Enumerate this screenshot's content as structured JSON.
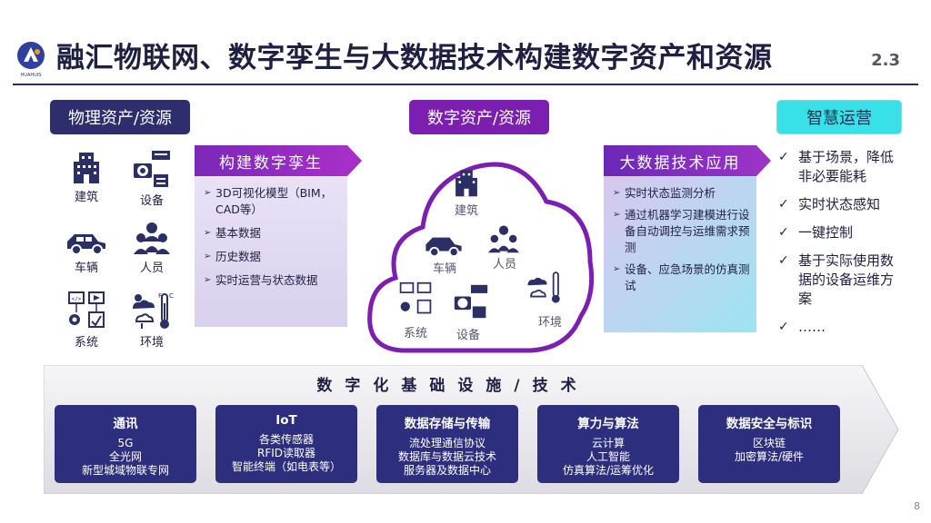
{
  "header": {
    "title": "融汇物联网、数字孪生与大数据技术构建数字资产和资源",
    "section_number": "2.3",
    "logo_text": "HUAHUIS"
  },
  "physical": {
    "label": "物理资产/资源",
    "items": [
      "建筑",
      "设备",
      "车辆",
      "人员",
      "系统",
      "环境"
    ]
  },
  "twin": {
    "title": "构建数字孪生",
    "items": [
      "3D可视化模型（BIM，CAD等）",
      "基本数据",
      "历史数据",
      "实时运营与状态数据"
    ]
  },
  "digital": {
    "label": "数字资产/资源",
    "cloud_items": [
      "建筑",
      "车辆",
      "人员",
      "系统",
      "设备",
      "环境"
    ]
  },
  "bigdata": {
    "title": "大数据技术应用",
    "items": [
      "实时状态监测分析",
      "通过机器学习建模进行设备自动调控与运维需求预测",
      "设备、应急场景的仿真测试"
    ]
  },
  "smart": {
    "label": "智慧运营",
    "items": [
      "基于场景，降低非必要能耗",
      "实时状态感知",
      "一键控制",
      "基于实际使用数据的设备运维方案",
      "……"
    ]
  },
  "infra": {
    "title": "数字化基础设施/技术",
    "cards": [
      {
        "title": "通讯",
        "lines": [
          "5G",
          "全光网",
          "新型城域物联专网"
        ]
      },
      {
        "title": "IoT",
        "lines": [
          "各类传感器",
          "RFID读取器",
          "智能终端（如电表等）"
        ]
      },
      {
        "title": "数据存储与传输",
        "lines": [
          "流处理通信协议",
          "数据库与数据云技术",
          "服务器及数据中心"
        ]
      },
      {
        "title": "算力与算法",
        "lines": [
          "云计算",
          "人工智能",
          "仿真算法/运筹优化"
        ]
      },
      {
        "title": "数据安全与标识",
        "lines": [
          "区块链",
          "加密算法/硬件"
        ]
      }
    ]
  },
  "footer": {
    "page_number": "8"
  },
  "colors": {
    "navy": "#2e2e6e",
    "purple": "#7c1fb0",
    "cyan": "#38e0e8",
    "card": "#2d2f7e"
  }
}
